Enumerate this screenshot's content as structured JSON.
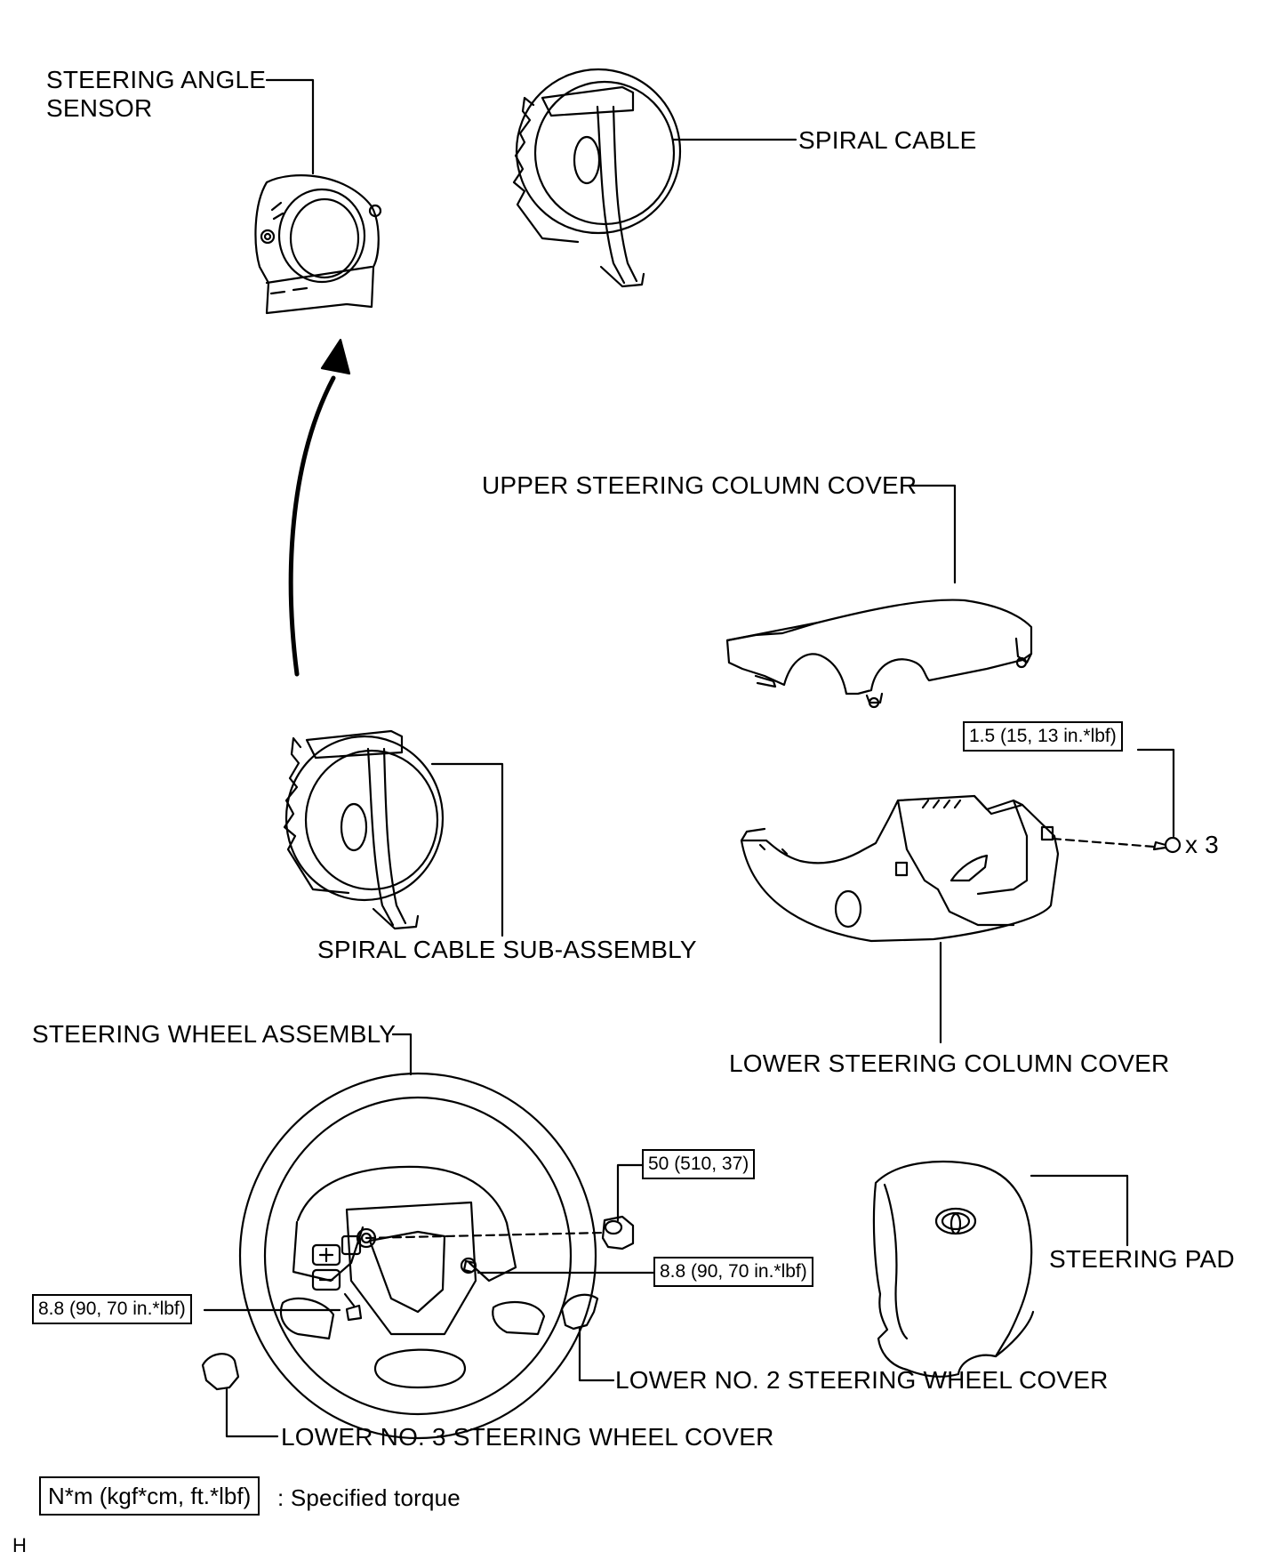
{
  "labels": {
    "steering_angle_sensor_l1": "STEERING ANGLE",
    "steering_angle_sensor_l2": "SENSOR",
    "spiral_cable": "SPIRAL CABLE",
    "upper_column_cover": "UPPER STEERING COLUMN COVER",
    "spiral_cable_sub_assembly": "SPIRAL CABLE SUB-ASSEMBLY",
    "lower_column_cover": "LOWER STEERING COLUMN COVER",
    "steering_wheel_assembly": "STEERING WHEEL ASSEMBLY",
    "steering_pad": "STEERING PAD",
    "lower_no2_cover": "LOWER NO. 2 STEERING WHEEL COVER",
    "lower_no3_cover": "LOWER NO. 3 STEERING WHEEL COVER",
    "quantity": "x 3"
  },
  "torques": {
    "column_cover_screw": "1.5 (15, 13 in.*lbf)",
    "steering_wheel_nut": "50 (510, 37)",
    "right_screw": "8.8 (90, 70 in.*lbf)",
    "left_screw": "8.8 (90, 70 in.*lbf)"
  },
  "legend": {
    "unit_box": "N*m (kgf*cm, ft.*lbf)",
    "description": ": Specified torque"
  },
  "corner_mark": "H"
}
